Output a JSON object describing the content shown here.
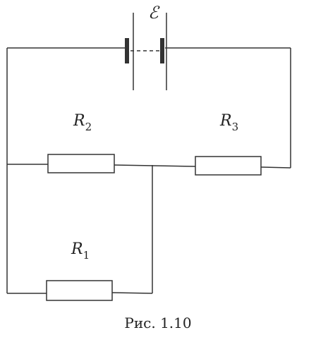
{
  "circuit": {
    "emf_label": "ℰ",
    "resistors": [
      {
        "symbol": "R",
        "index": "1"
      },
      {
        "symbol": "R",
        "index": "2"
      },
      {
        "symbol": "R",
        "index": "3"
      }
    ]
  },
  "caption": "Рис. 1.10"
}
